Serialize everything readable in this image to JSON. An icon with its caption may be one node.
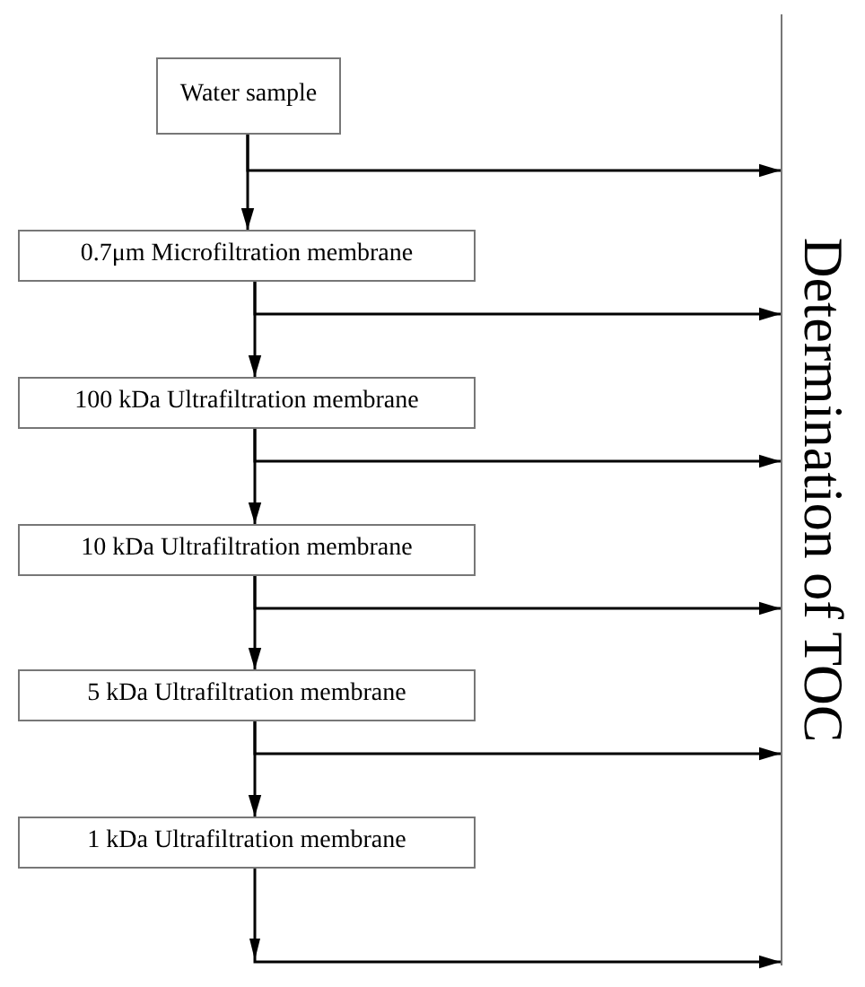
{
  "diagram": {
    "nodes": [
      {
        "text": [
          "Water sample"
        ]
      },
      {
        "text": [
          "0.7μm Microfiltration membrane"
        ]
      },
      {
        "text": [
          "100 kDa Ultrafiltration membrane"
        ]
      },
      {
        "text": [
          "10 kDa Ultrafiltration membrane"
        ]
      },
      {
        "text": [
          "5 kDa Ultrafiltration membrane"
        ]
      },
      {
        "text": [
          "1 kDa Ultrafiltration membrane"
        ]
      },
      {
        "text": [
          "Determination of TOC"
        ]
      }
    ],
    "edges": [
      {
        "from": 0,
        "to": 1,
        "arrow": "to"
      },
      {
        "from": 0,
        "to": 6,
        "arrow": "to"
      },
      {
        "from": 1,
        "to": 2,
        "arrow": "to"
      },
      {
        "from": 1,
        "to": 6,
        "arrow": "to"
      },
      {
        "from": 2,
        "to": 3,
        "arrow": "to"
      },
      {
        "from": 2,
        "to": 6,
        "arrow": "to"
      },
      {
        "from": 3,
        "to": 4,
        "arrow": "to"
      },
      {
        "from": 3,
        "to": 6,
        "arrow": "to"
      },
      {
        "from": 4,
        "to": 5,
        "arrow": "to"
      },
      {
        "from": 4,
        "to": 6,
        "arrow": "to"
      },
      {
        "from": 5,
        "to": 6,
        "arrow": "to"
      }
    ]
  }
}
